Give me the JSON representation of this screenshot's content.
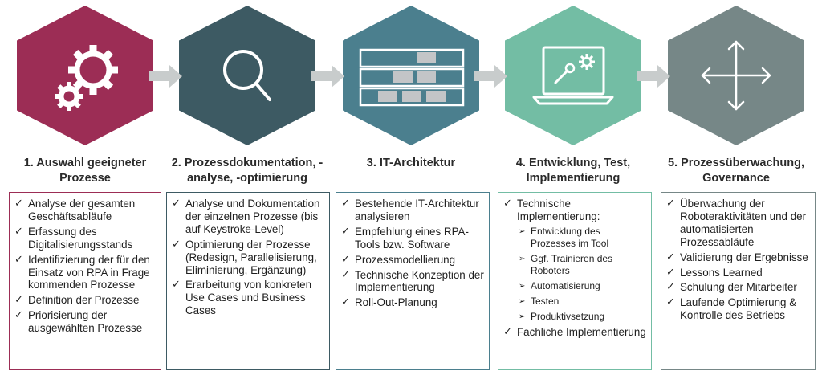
{
  "colors": {
    "step1": "#9c2d55",
    "step2": "#3d5a63",
    "step3": "#4b7f8e",
    "step4": "#73bda4",
    "step5": "#768787",
    "arrow": "#c8cccc"
  },
  "steps": [
    {
      "title": "1. Auswahl geeigneter Prozesse",
      "icon": "gears-icon",
      "items": [
        {
          "text": "Analyse der gesamten Geschäftsabläufe"
        },
        {
          "text": "Erfassung des Digitalisierungsstands"
        },
        {
          "text": "Identifizierung der für den Einsatz von RPA in Frage kommenden Prozesse"
        },
        {
          "text": "Definition der Prozesse"
        },
        {
          "text": "Priorisierung der ausgewählten Prozesse"
        }
      ]
    },
    {
      "title": "2. Prozessdokumentation, -analyse, -optimierung",
      "icon": "magnifier-icon",
      "items": [
        {
          "text": "Analyse und Dokumentation der einzelnen Prozesse (bis auf Keystroke-Level)"
        },
        {
          "text": "Optimierung der Prozesse (Redesign, Parallelisierung, Eliminierung, Ergänzung)"
        },
        {
          "text": "Erarbeitung von konkreten Use Cases und Business Cases"
        }
      ]
    },
    {
      "title": "3. IT-Architektur",
      "icon": "architecture-layers-icon",
      "items": [
        {
          "text": "Bestehende IT-Architektur analysieren"
        },
        {
          "text": "Empfehlung eines RPA-Tools bzw. Software"
        },
        {
          "text": "Prozessmodellierung"
        },
        {
          "text": "Technische Konzeption der Implementierung"
        },
        {
          "text": "Roll-Out-Planung"
        }
      ]
    },
    {
      "title": "4. Entwicklung, Test, Implementierung",
      "icon": "laptop-tools-icon",
      "items": [
        {
          "text": "Technische Implementierung:",
          "subitems": [
            "Entwicklung des Prozesses im Tool",
            "Ggf. Trainieren des Roboters",
            "Automatisierung",
            "Testen",
            "Produktivsetzung"
          ]
        },
        {
          "text": "Fachliche Implementierung"
        }
      ]
    },
    {
      "title": "5. Prozessüberwachung, Governance",
      "icon": "four-way-arrows-icon",
      "items": [
        {
          "text": "Überwachung der Roboteraktivitäten und der automatisierten Prozessabläufe"
        },
        {
          "text": "Validierung der Ergebnisse"
        },
        {
          "text": "Lessons Learned"
        },
        {
          "text": "Schulung der Mitarbeiter"
        },
        {
          "text": "Laufende Optimierung & Kontrolle des Betriebs"
        }
      ]
    }
  ]
}
